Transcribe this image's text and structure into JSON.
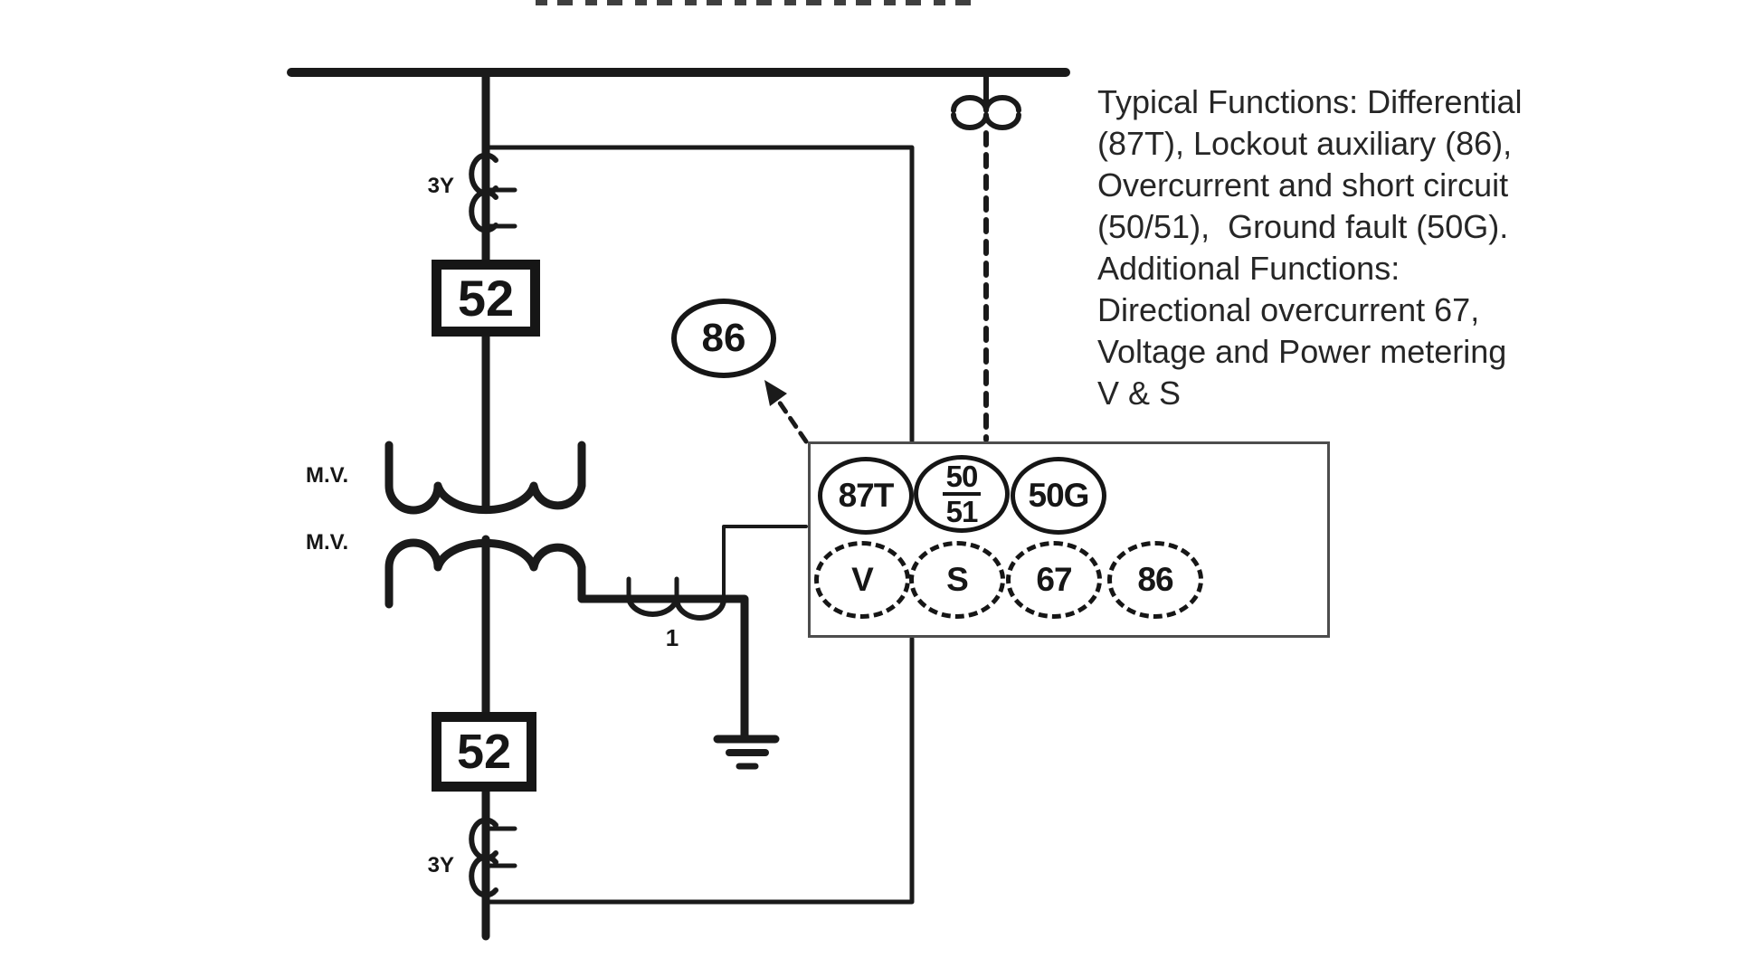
{
  "labels": {
    "ct_top": "3Y",
    "breaker_top": "52",
    "winding_primary": "M.V.",
    "winding_secondary": "M.V.",
    "ground_ct": "1",
    "breaker_bottom": "52",
    "ct_bottom": "3Y",
    "lockout": "86"
  },
  "relay": {
    "f_87t": "87T",
    "f_50": "50",
    "f_51": "51",
    "f_50g": "50G",
    "f_v": "V",
    "f_s": "S",
    "f_67": "67",
    "f_86": "86"
  },
  "note": {
    "lines": [
      "Typical Functions: Differential",
      "(87T), Lockout auxiliary (86),",
      "Overcurrent and short circuit",
      "(50/51),  Ground fault (50G).",
      "Additional Functions:",
      "Directional overcurrent 67,",
      "Voltage and Power metering",
      "V & S"
    ]
  },
  "colors": {
    "line": "#1a1a1a",
    "box_border": "#4d4d4d",
    "background": "#ffffff"
  }
}
